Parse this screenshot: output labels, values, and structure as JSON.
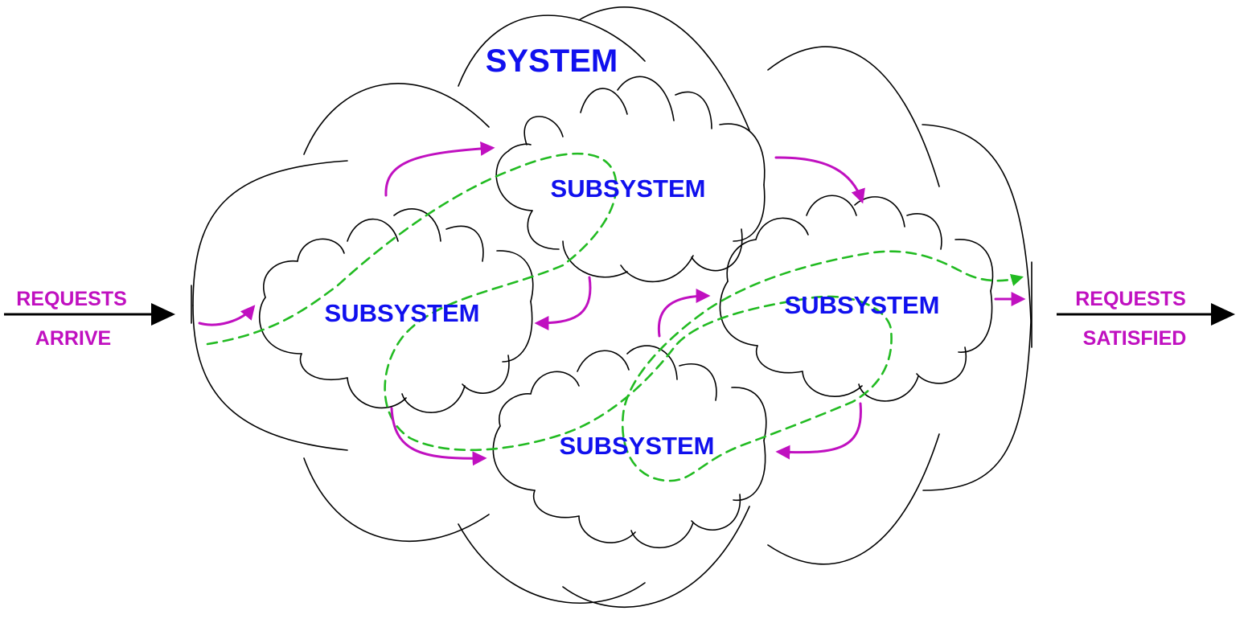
{
  "diagram": {
    "system_label": "SYSTEM",
    "subsystems": [
      {
        "label": "SUBSYSTEM"
      },
      {
        "label": "SUBSYSTEM"
      },
      {
        "label": "SUBSYSTEM"
      },
      {
        "label": "SUBSYSTEM"
      }
    ],
    "input": {
      "line1": "REQUESTS",
      "line2": "ARRIVE"
    },
    "output": {
      "line1": "REQUESTS",
      "line2": "SATISFIED"
    }
  },
  "colors": {
    "outline": "#000000",
    "system_text": "#1010ee",
    "subsystem_text": "#1010ee",
    "io_text": "#c010c0",
    "flow_arrow": "#c010c0",
    "request_path": "#22bb22",
    "io_arrow": "#000000"
  }
}
